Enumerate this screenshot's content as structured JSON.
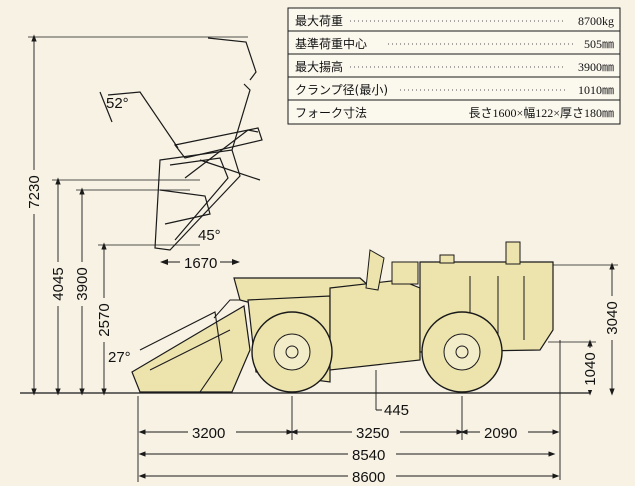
{
  "specs": [
    {
      "label": "最大荷重",
      "value": "8700kg"
    },
    {
      "label": "基準荷重中心",
      "value": "505㎜"
    },
    {
      "label": "最大揚高",
      "value": "3900㎜"
    },
    {
      "label": "クランプ径(最小)",
      "value": "1010㎜"
    },
    {
      "label": "フォーク寸法",
      "value": "長さ1600×幅122×厚さ180㎜"
    }
  ],
  "dimensions": {
    "overall_height": "7230",
    "height_4045": "4045",
    "max_lift": "3900",
    "height_2570": "2570",
    "height_3040": "3040",
    "height_1040": "1040",
    "reach_1670": "1670",
    "clearance_445": "445",
    "front_3200": "3200",
    "wheelbase_3250": "3250",
    "rear_2090": "2090",
    "length_8540": "8540",
    "length_8600": "8600",
    "angle_52": "52°",
    "angle_45": "45°",
    "angle_27": "27°"
  },
  "colors": {
    "body": "#ece3ad",
    "line": "#1a1a1a",
    "background": "#f7f2e4"
  }
}
